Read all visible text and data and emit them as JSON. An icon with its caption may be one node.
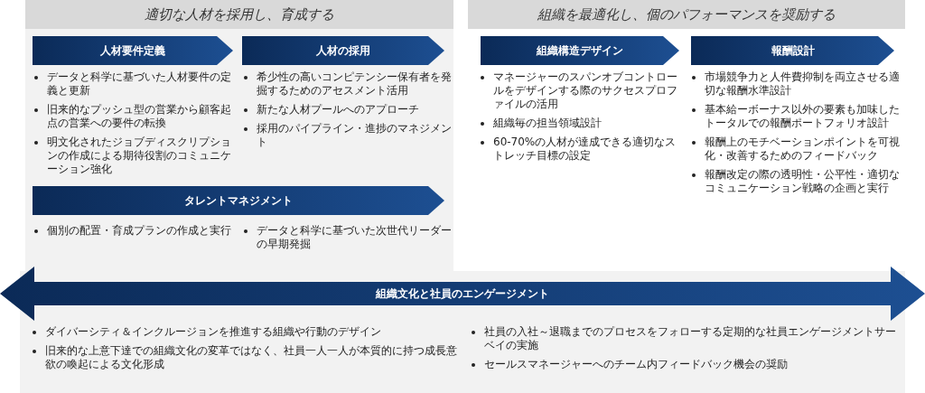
{
  "diagram": {
    "nodes": [
      {
        "text": [
          "適切な人材を採用し、育成する"
        ]
      },
      {
        "text": [
          "人材要件定義"
        ],
        "in": 0,
        "beside": [
          "データと科学に基づいた人材要件の定義と更新",
          "旧来的なプッシュ型の営業から顧客起点の営業への要件の転換",
          "明文化されたジョブディスクリプションの作成による期待役割のコミュニケーション強化"
        ]
      },
      {
        "text": [
          "人材の採用"
        ],
        "in": 0,
        "beside": [
          "希少性の高いコンピテンシー保有者を発掘するためのアセスメント活用",
          "新たな人材プールへのアプローチ",
          "採用のパイプライン・進捗のマネジメント"
        ]
      },
      {
        "text": [
          "タレントマネジメント"
        ],
        "in": 0,
        "beside": [
          "個別の配置・育成プランの作成と実行",
          "データと科学に基づいた次世代リーダーの早期発掘"
        ]
      },
      {
        "text": [
          "組織を最適化し、個のパフォーマンスを奨励する"
        ]
      },
      {
        "text": [
          "組織構造デザイン"
        ],
        "beside": [
          "マネージャーのスパンオブコントロールをデザインする際のサクセスプロファイルの活用",
          "組織毎の担当領域設計",
          "60-70%の人材が達成できる適切なストレッチ目標の設定"
        ]
      },
      {
        "text": [
          "報酬設計"
        ],
        "beside": [
          "市場競争力と人件費抑制を両立させる適切な報酬水準設計",
          "基本給ーボーナス以外の要素も加味したトータルでの報酬ポートフォリオ設計",
          "報酬上のモチベーションポイントを可視化・改善するためのフィードバック",
          "報酬改定の際の透明性・公平性・適切なコミュニケーション戦略の企画と実行"
        ]
      },
      {
        "text": [
          "組織文化と社員のエンゲージメント"
        ],
        "beside": [
          "ダイバーシティ＆インクルージョンを推進する組織や行動のデザイン",
          "旧来的な上意下達での組織文化の変革ではなく、社員一人一人が本質的に持つ成長意欲の喚起による文化形成",
          "社員の入社～退職までのプロセスをフォローする定期的な社員エンゲージメントサーベイの実施",
          "セールスマネージャーへのチーム内フィードバック機会の奨励"
        ]
      }
    ]
  }
}
